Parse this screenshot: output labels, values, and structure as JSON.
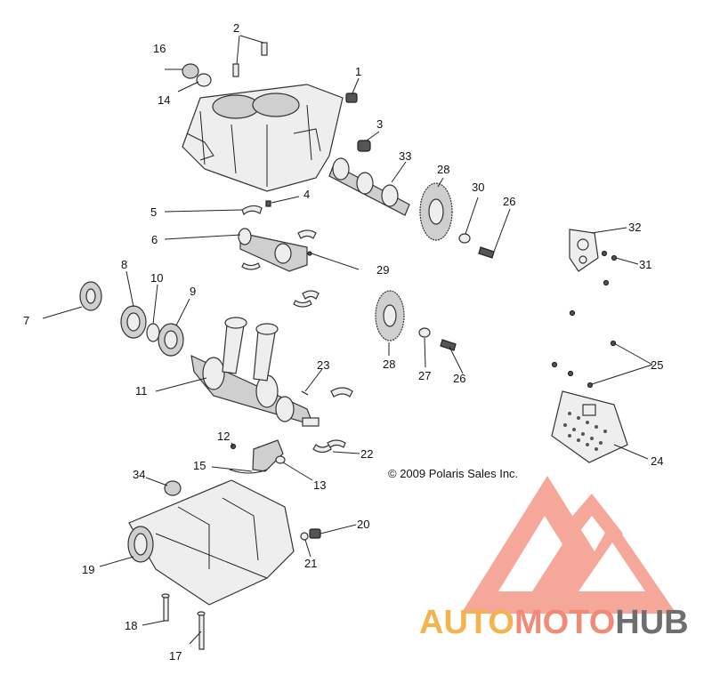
{
  "diagram": {
    "copyright": "© 2009 Polaris Sales Inc.",
    "callouts": {
      "n1": "1",
      "n2": "2",
      "n3": "3",
      "n4": "4",
      "n5": "5",
      "n6": "6",
      "n7": "7",
      "n8": "8",
      "n9": "9",
      "n10": "10",
      "n11": "11",
      "n12": "12",
      "n13": "13",
      "n14": "14",
      "n15": "15",
      "n16": "16",
      "n17": "17",
      "n18": "18",
      "n19": "19",
      "n20": "20",
      "n21": "21",
      "n22": "22",
      "n23": "23",
      "n24": "24",
      "n25": "25",
      "n26a": "26",
      "n26b": "26",
      "n27": "27",
      "n28a": "28",
      "n28b": "28",
      "n29": "29",
      "n30": "30",
      "n31": "31",
      "n32": "32",
      "n33": "33",
      "n34": "34"
    }
  },
  "watermark": {
    "brand_part1": "AUTO",
    "brand_part2": "MOTO",
    "brand_part3": "HUB",
    "colors": {
      "auto": "#f5b34f",
      "moto": "#f28a78",
      "hub": "#6e6e6e",
      "logo": "#f28a78"
    }
  }
}
